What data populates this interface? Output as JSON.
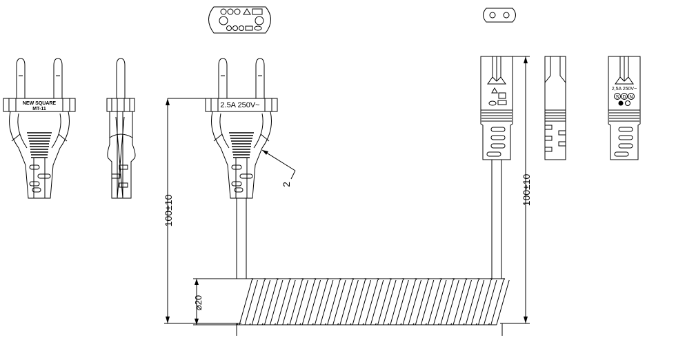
{
  "drawing": {
    "plug_front_labels": [
      "NEW SQUARE",
      "MT-11"
    ],
    "plug_rating": "2.5A 250V~",
    "connector_rating": "2,5A 250V~",
    "connector_marks": [
      "S",
      "D",
      "N"
    ],
    "part_callout": "2",
    "length_dimension_left": "100±10",
    "length_dimension_right": "100±10",
    "coil_diameter": "⌀20",
    "colors": {
      "line": "#000000",
      "background": "#ffffff"
    }
  }
}
